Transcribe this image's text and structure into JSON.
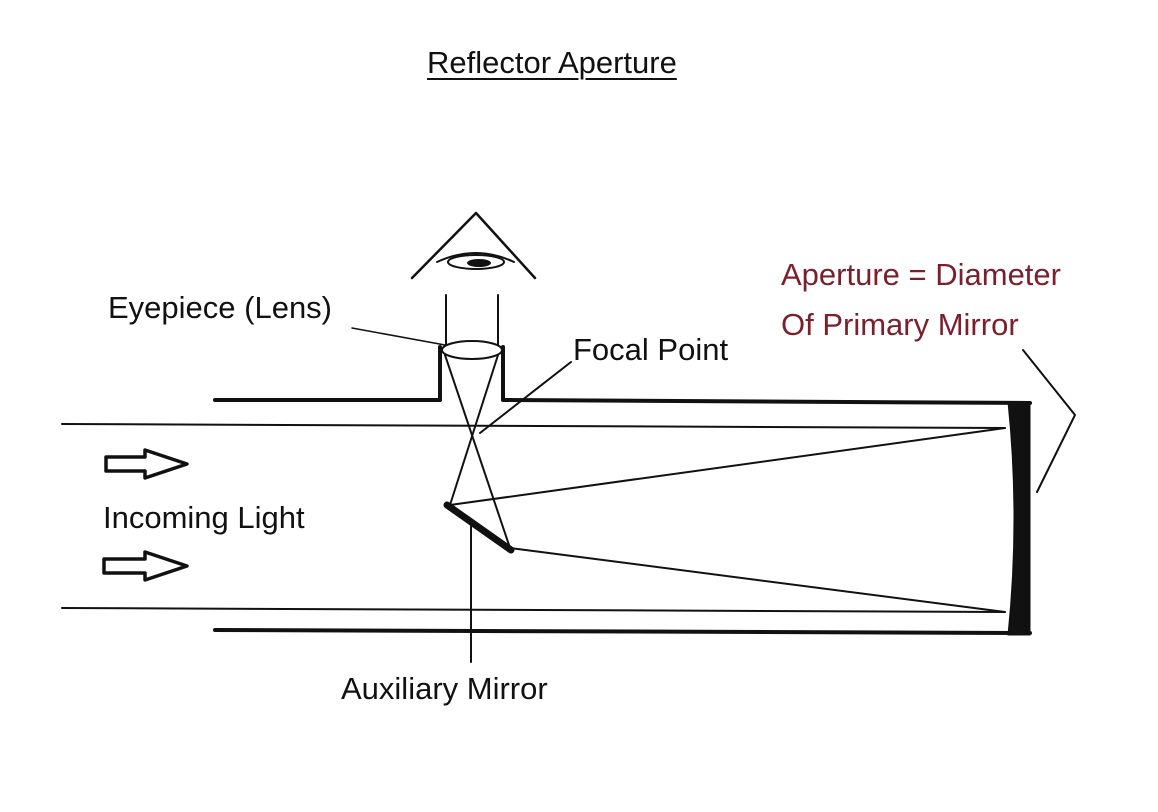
{
  "title": "Reflector Aperture",
  "labels": {
    "eyepiece": "Eyepiece (Lens)",
    "focal_point": "Focal Point",
    "aperture_line1": "Aperture = Diameter",
    "aperture_line2": "Of Primary Mirror",
    "incoming_light": "Incoming Light",
    "auxiliary_mirror": "Auxiliary Mirror"
  },
  "colors": {
    "ink": "#111111",
    "aperture_label": "#7a1f2b"
  }
}
